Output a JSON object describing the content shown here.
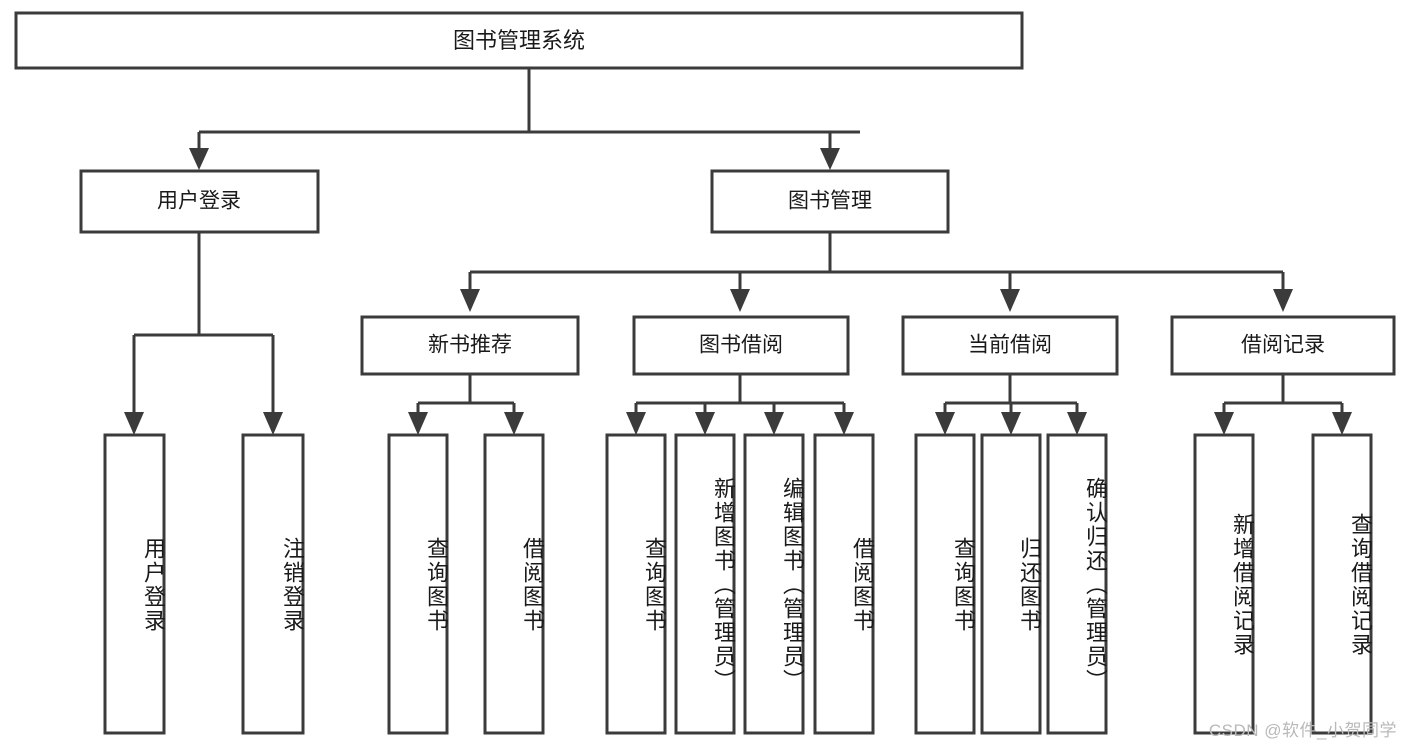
{
  "diagram": {
    "type": "tree-hierarchy",
    "watermark": "CSDN @软件_小贺同学",
    "colors": {
      "box_stroke": "#3b3b3b",
      "box_fill": "#ffffff",
      "connector": "#3b3b3b",
      "text": "#1a1a1a",
      "watermark": "#b9b9b9",
      "background": "#ffffff"
    },
    "root": {
      "label": "图书管理系统"
    },
    "level2": [
      {
        "label": "用户登录"
      },
      {
        "label": "图书管理"
      }
    ],
    "level3": [
      {
        "label": "新书推荐"
      },
      {
        "label": "图书借阅"
      },
      {
        "label": "当前借阅"
      },
      {
        "label": "借阅记录"
      }
    ],
    "leaves": {
      "user_login": [
        {
          "label": "用户登录"
        },
        {
          "label": "注销登录"
        }
      ],
      "new_book_recommend": [
        {
          "label": "查询图书"
        },
        {
          "label": "借阅图书"
        }
      ],
      "book_borrow": [
        {
          "label": "查询图书"
        },
        {
          "label": "新增图书（管理员）"
        },
        {
          "label": "编辑图书（管理员）"
        },
        {
          "label": "借阅图书"
        }
      ],
      "current_borrow": [
        {
          "label": "查询图书"
        },
        {
          "label": "归还图书"
        },
        {
          "label": "确认归还（管理员）"
        }
      ],
      "borrow_record": [
        {
          "label": "新增借阅记录"
        },
        {
          "label": "查询借阅记录"
        }
      ]
    }
  }
}
